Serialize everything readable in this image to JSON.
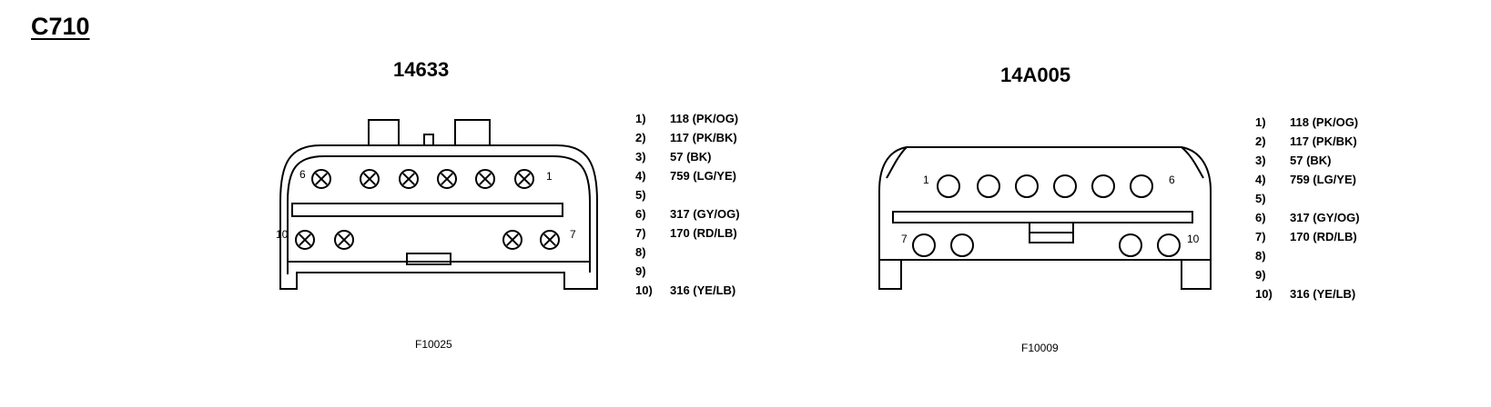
{
  "title": "C710",
  "connectors": [
    {
      "part": "14633",
      "figure": "F10025",
      "top_row": {
        "left_label": "6",
        "right_label": "1"
      },
      "bottom_row": {
        "left_label": "10",
        "right_label": "7"
      },
      "pins": [
        {
          "num": "1)",
          "desc": "118 (PK/OG)"
        },
        {
          "num": "2)",
          "desc": "117 (PK/BK)"
        },
        {
          "num": "3)",
          "desc": "57 (BK)"
        },
        {
          "num": "4)",
          "desc": "759 (LG/YE)"
        },
        {
          "num": "5)",
          "desc": ""
        },
        {
          "num": "6)",
          "desc": "317 (GY/OG)"
        },
        {
          "num": "7)",
          "desc": "170 (RD/LB)"
        },
        {
          "num": "8)",
          "desc": ""
        },
        {
          "num": "9)",
          "desc": ""
        },
        {
          "num": "10)",
          "desc": "316 (YE/LB)"
        }
      ]
    },
    {
      "part": "14A005",
      "figure": "F10009",
      "top_row": {
        "left_label": "1",
        "right_label": "6"
      },
      "bottom_row": {
        "left_label": "7",
        "right_label": "10"
      },
      "pins": [
        {
          "num": "1)",
          "desc": "118 (PK/OG)"
        },
        {
          "num": "2)",
          "desc": "117 (PK/BK)"
        },
        {
          "num": "3)",
          "desc": "57 (BK)"
        },
        {
          "num": "4)",
          "desc": "759 (LG/YE)"
        },
        {
          "num": "5)",
          "desc": ""
        },
        {
          "num": "6)",
          "desc": "317 (GY/OG)"
        },
        {
          "num": "7)",
          "desc": "170 (RD/LB)"
        },
        {
          "num": "8)",
          "desc": ""
        },
        {
          "num": "9)",
          "desc": ""
        },
        {
          "num": "10)",
          "desc": "316 (YE/LB)"
        }
      ]
    }
  ]
}
